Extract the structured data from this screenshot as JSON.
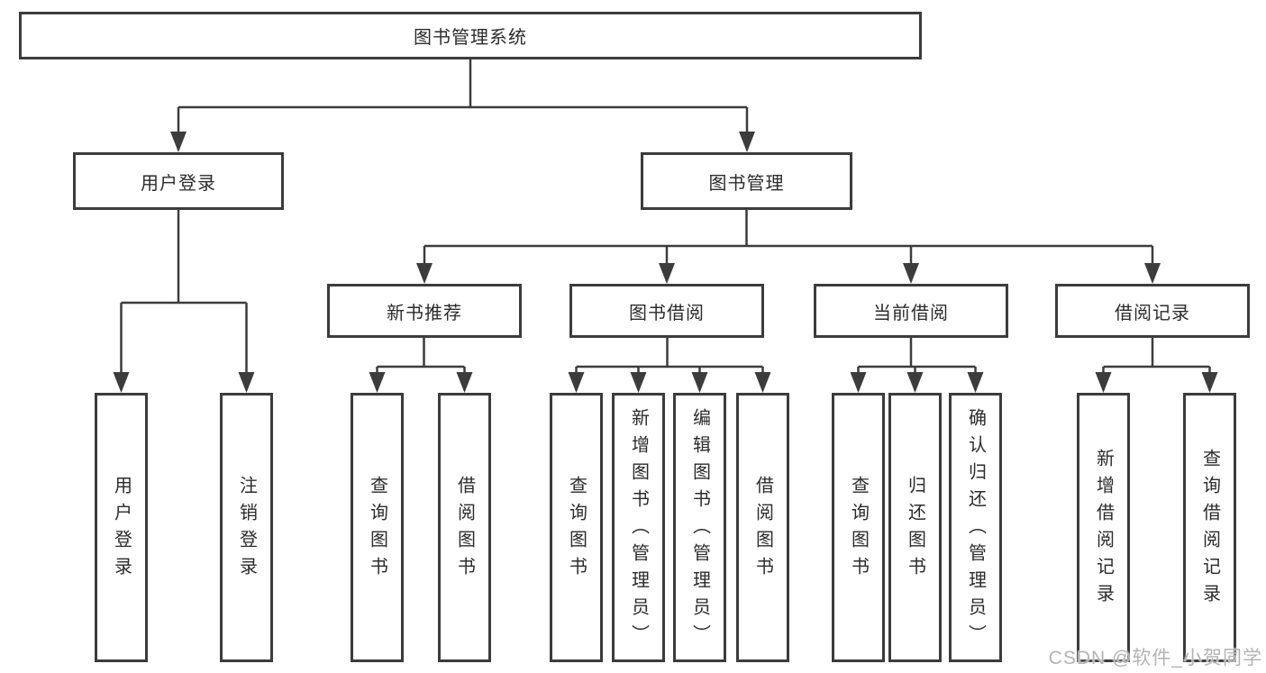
{
  "diagram": {
    "root_label": "图书管理系统",
    "branches": [
      {
        "label": "用户登录",
        "children": [
          {
            "label": "用户登录"
          },
          {
            "label": "注销登录"
          }
        ]
      },
      {
        "label": "图书管理",
        "children": [
          {
            "label": "新书推荐",
            "children": [
              {
                "label": "查询图书"
              },
              {
                "label": "借阅图书"
              }
            ]
          },
          {
            "label": "图书借阅",
            "children": [
              {
                "label": "查询图书"
              },
              {
                "label": "新增图书（管理员）"
              },
              {
                "label": "编辑图书（管理员）"
              },
              {
                "label": "借阅图书"
              }
            ]
          },
          {
            "label": "当前借阅",
            "children": [
              {
                "label": "查询图书"
              },
              {
                "label": "归还图书"
              },
              {
                "label": "确认归还（管理员）"
              }
            ]
          },
          {
            "label": "借阅记录",
            "children": [
              {
                "label": "新增借阅记录"
              },
              {
                "label": "查询借阅记录"
              }
            ]
          }
        ]
      }
    ]
  },
  "watermark": {
    "text": "CSDN @软件_小贺同学"
  },
  "colors": {
    "line": "#3c3c3c",
    "box_border": "#3c3c3c",
    "text": "#2b2b2b",
    "watermark": "#b3b3b3",
    "background": "#ffffff"
  }
}
